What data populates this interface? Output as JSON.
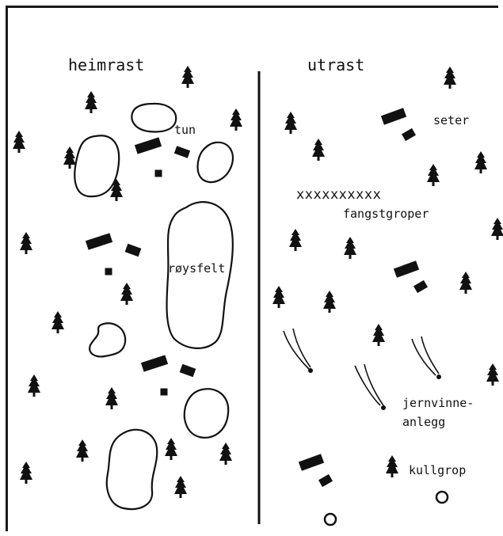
{
  "zones": {
    "left": "heimrast",
    "right": "utrast"
  },
  "features": {
    "tun": "tun",
    "seter": "seter",
    "fangstgroper": "fangstgroper",
    "fangstgroper_marks": "xxxxxxxxxx",
    "roysfelt": "røysfelt",
    "jernvinne_line1": "jernvinne-",
    "jernvinne_line2": "anlegg",
    "kullgrop": "kullgrop"
  },
  "colors": {
    "ink": "#111111",
    "background": "#ffffff"
  }
}
